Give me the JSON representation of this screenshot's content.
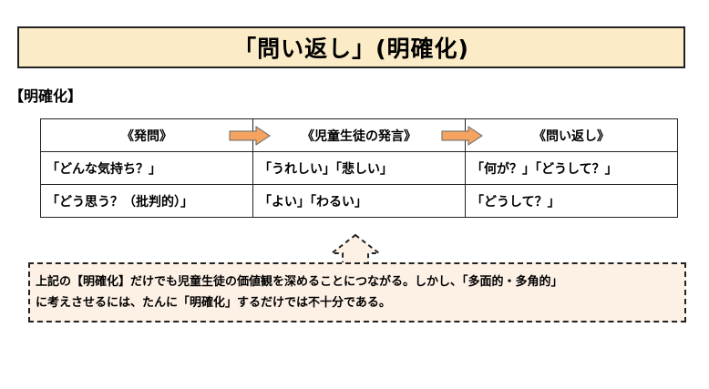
{
  "title": "「問い返し」(明確化)",
  "section_label": "【明確化】",
  "table": {
    "headers": [
      "《発問》",
      "《児童生徒の発言》",
      "《問い返し》"
    ],
    "rows": [
      [
        "「どんな気持ち？」",
        "「うれしい」「悲しい」",
        "「何が？」「どうして？」"
      ],
      [
        "「どう思う？（批判的）」",
        "「よい」「わるい」",
        "「どうして？」"
      ]
    ]
  },
  "note": {
    "line1": "上記の【明確化】だけでも児童生徒の価値観を深めることにつながる。しかし、「多面的・多角的」",
    "line2": "に考えさせるには、たんに「明確化」するだけでは不十分である。"
  },
  "colors": {
    "title_bg": "#fbecc7",
    "arrow_fill": "#f4a460",
    "note_bg": "#fdf1e6"
  }
}
